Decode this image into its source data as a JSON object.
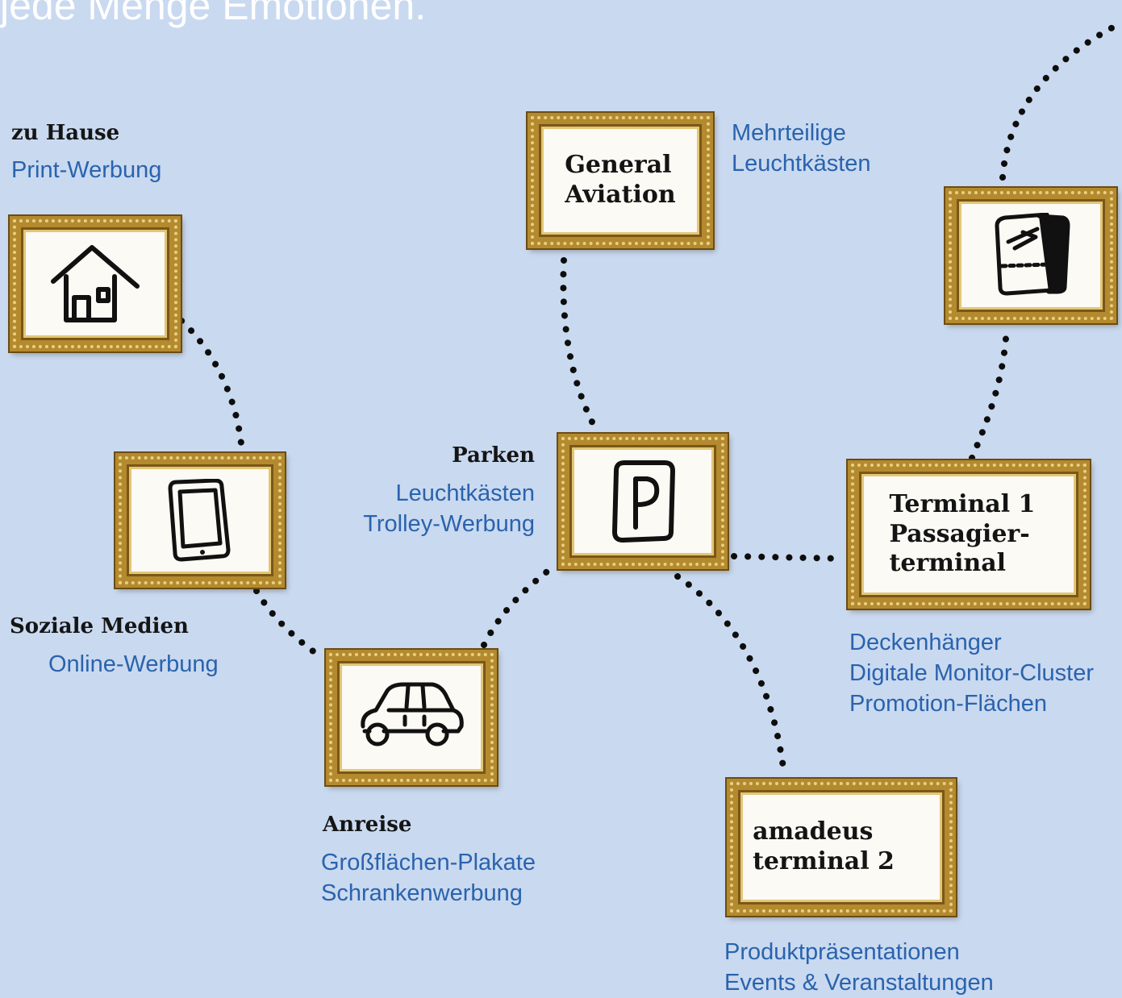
{
  "headline": "jede Menge Emotionen.",
  "nodes": {
    "zu_hause": {
      "heading": "zu Hause",
      "lines": [
        "Print-Werbung"
      ],
      "icon": "house-icon"
    },
    "soziale_medien": {
      "heading": "Soziale Medien",
      "lines": [
        "Online-Werbung"
      ],
      "icon": "tablet-icon"
    },
    "anreise": {
      "heading": "Anreise",
      "lines": [
        "Großflächen-Plakate",
        "Schrankenwerbung"
      ],
      "icon": "car-icon"
    },
    "parken": {
      "heading": "Parken",
      "lines": [
        "Leuchtkästen",
        "Trolley-Werbung"
      ],
      "icon": "parking-icon"
    },
    "general_aviation": {
      "frame_text": "General\nAviation",
      "lines": [
        "Mehrteilige",
        "Leuchtkästen"
      ]
    },
    "boarding": {
      "icon": "boarding-pass-icon"
    },
    "terminal1": {
      "frame_text": "Terminal 1\nPassagier-\nterminal",
      "lines": [
        "Deckenhänger",
        "Digitale Monitor-Cluster",
        "Promotion-Flächen"
      ]
    },
    "terminal2": {
      "frame_text": "amadeus\nterminal 2",
      "lines": [
        "Produktpräsentationen",
        "Events & Veranstaltungen"
      ]
    }
  },
  "colors": {
    "background": "#c9d9f0",
    "link_text": "#2a63ad",
    "frame_gold": "#b48a2f",
    "dots": "#0d0d0d"
  }
}
